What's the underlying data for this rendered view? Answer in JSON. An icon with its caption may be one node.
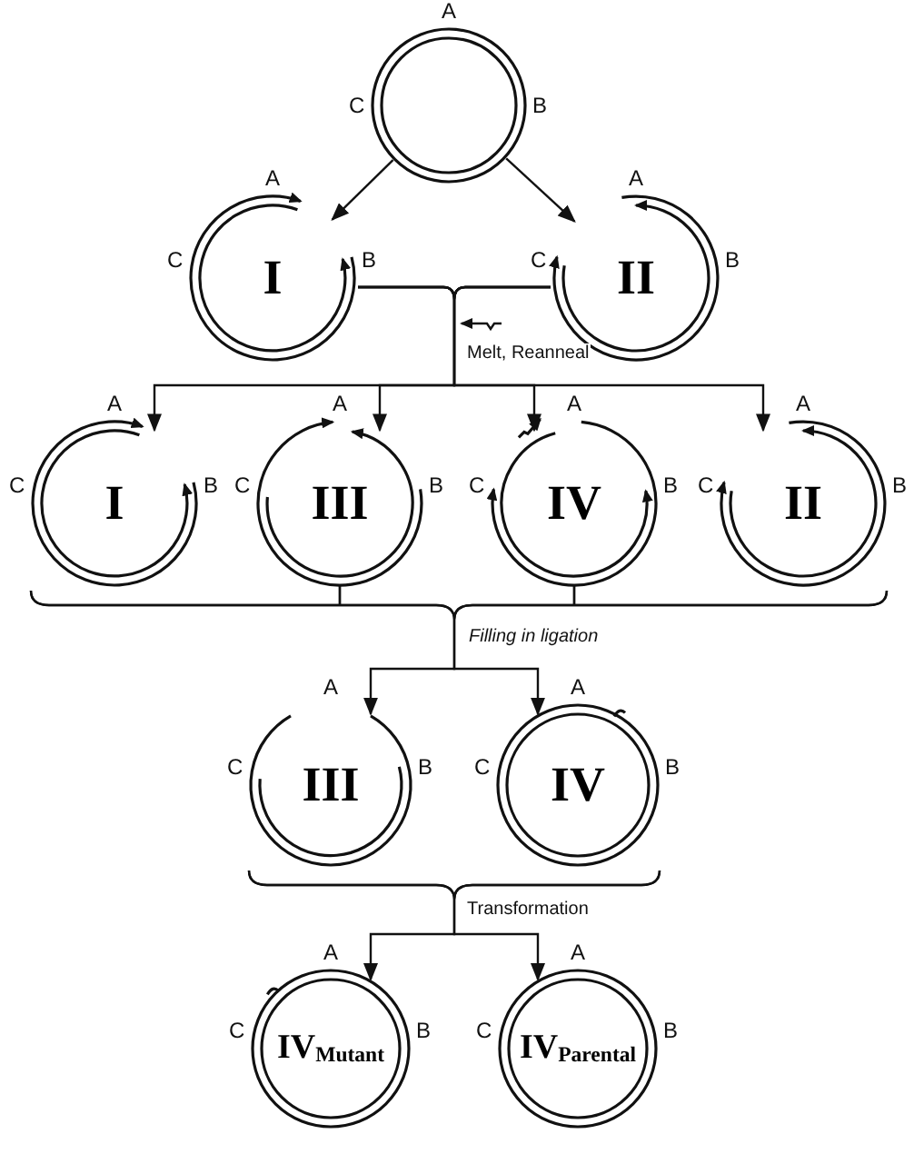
{
  "diagram": {
    "nodes": [
      {
        "text": [],
        "shape": "circle",
        "beside": [
          "A",
          "C",
          "B"
        ]
      },
      {
        "text": [
          "I"
        ],
        "beside": [
          "A",
          "C",
          "B"
        ]
      },
      {
        "text": [
          "II"
        ],
        "beside": [
          "A",
          "C",
          "B"
        ]
      },
      {
        "text": [
          "I"
        ],
        "beside": [
          "A",
          "C",
          "B"
        ]
      },
      {
        "text": [
          "III"
        ],
        "beside": [
          "A",
          "C",
          "B"
        ]
      },
      {
        "text": [
          "IV"
        ],
        "beside": [
          "A",
          "C",
          "B"
        ]
      },
      {
        "text": [
          "II"
        ],
        "beside": [
          "A",
          "C",
          "B"
        ]
      },
      {
        "text": [
          "III"
        ],
        "beside": [
          "A",
          "C",
          "B"
        ]
      },
      {
        "text": [
          "IV"
        ],
        "beside": [
          "A",
          "C",
          "B"
        ]
      },
      {
        "text": [
          "IV$_{Mutant}$"
        ],
        "beside": [
          "A",
          "C",
          "B"
        ]
      },
      {
        "text": [
          "IV$_{Parental}$"
        ],
        "beside": [
          "A",
          "C",
          "B"
        ]
      }
    ],
    "edges": [
      {
        "from": 0,
        "to": 1,
        "arrow": "to"
      },
      {
        "from": 0,
        "to": 2,
        "arrow": "to"
      },
      {
        "from": 1,
        "to": 3,
        "arrow": "to",
        "label": "Melt, Reanneal"
      },
      {
        "from": 1,
        "to": 4,
        "arrow": "to"
      },
      {
        "from": 1,
        "to": 5,
        "arrow": "to"
      },
      {
        "from": 1,
        "to": 6,
        "arrow": "to"
      },
      {
        "from": 2,
        "to": 3,
        "arrow": "to"
      },
      {
        "from": 2,
        "to": 4,
        "arrow": "to"
      },
      {
        "from": 2,
        "to": 5,
        "arrow": "to"
      },
      {
        "from": 2,
        "to": 6,
        "arrow": "to"
      },
      {
        "from": 3,
        "to": 7,
        "arrow": "to",
        "label": "Filling in ligation"
      },
      {
        "from": 3,
        "to": 8,
        "arrow": "to"
      },
      {
        "from": 4,
        "to": 7,
        "arrow": "to"
      },
      {
        "from": 4,
        "to": 8,
        "arrow": "to"
      },
      {
        "from": 5,
        "to": 7,
        "arrow": "to"
      },
      {
        "from": 5,
        "to": 8,
        "arrow": "to"
      },
      {
        "from": 6,
        "to": 7,
        "arrow": "to"
      },
      {
        "from": 6,
        "to": 8,
        "arrow": "to"
      },
      {
        "from": 7,
        "to": 9,
        "arrow": "to",
        "label": "Transformation"
      },
      {
        "from": 7,
        "to": 10,
        "arrow": "to"
      },
      {
        "from": 8,
        "to": 9,
        "arrow": "to"
      },
      {
        "from": 8,
        "to": 10,
        "arrow": "to"
      }
    ]
  }
}
